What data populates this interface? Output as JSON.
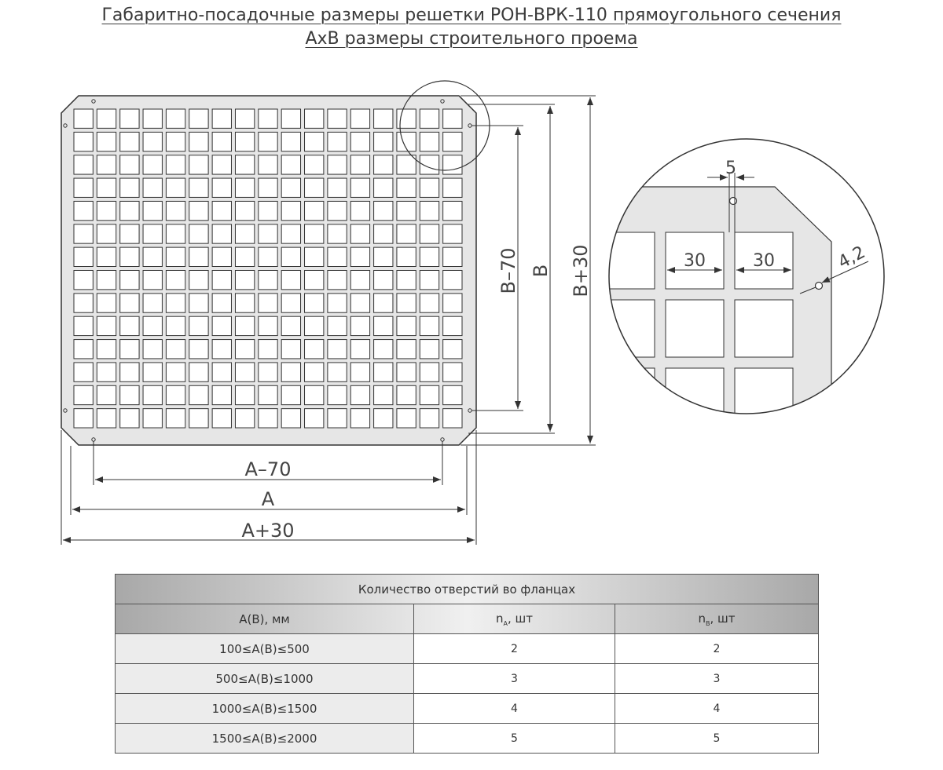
{
  "title": {
    "line1": "Габаритно-посадочные размеры решетки РОН-ВРК-110 прямоугольного сечения",
    "line2": "АхВ размеры строительного проема"
  },
  "drawing": {
    "grid": {
      "columns": 17,
      "rows": 14
    },
    "dimensions": {
      "horizontal": [
        "A–70",
        "A",
        "A+30"
      ],
      "vertical": [
        "B–70",
        "B",
        "B+30"
      ]
    },
    "detail": {
      "rib": "5",
      "cell_a": "30",
      "cell_b": "30",
      "hole": "4,2"
    },
    "colors": {
      "plate": "#e6e6e6",
      "line": "#333333"
    }
  },
  "table": {
    "caption": "Количество отверстий во фланцах",
    "col1": "A(B), мм",
    "col2_main": "n",
    "col2_sub": "A",
    "col2_unit": ", шт",
    "col3_main": "n",
    "col3_sub": "B",
    "col3_unit": ", шт",
    "rows": [
      {
        "range": "100≤A(B)≤500",
        "na": "2",
        "nb": "2"
      },
      {
        "range": "500≤A(B)≤1000",
        "na": "3",
        "nb": "3"
      },
      {
        "range": "1000≤A(B)≤1500",
        "na": "4",
        "nb": "4"
      },
      {
        "range": "1500≤A(B)≤2000",
        "na": "5",
        "nb": "5"
      }
    ]
  }
}
